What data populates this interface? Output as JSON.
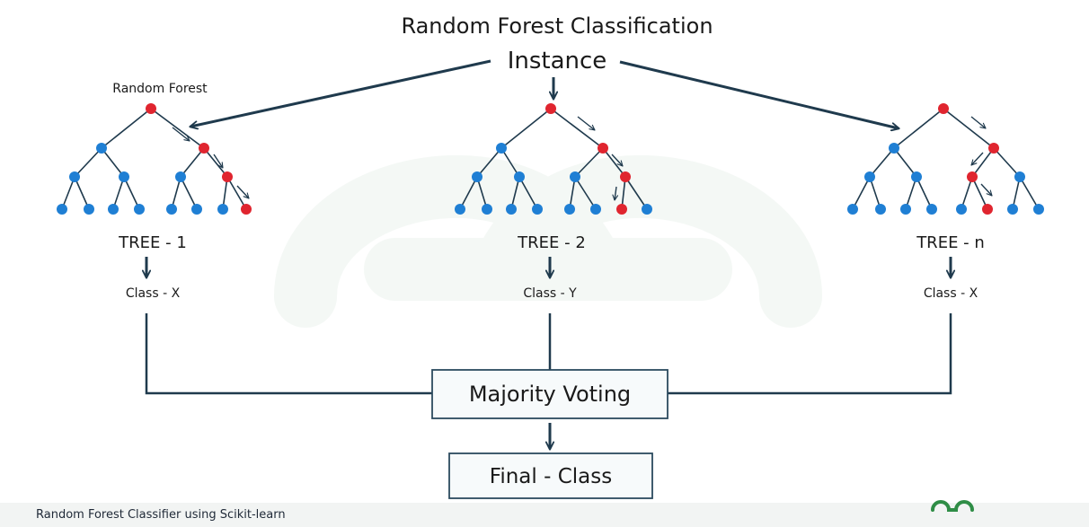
{
  "diagram": {
    "title": "Random Forest Classification",
    "instance_label": "Instance",
    "forest_label": "Random Forest",
    "trees": [
      {
        "label": "TREE - 1",
        "class_label": "Class - X"
      },
      {
        "label": "TREE - 2",
        "class_label": "Class - Y"
      },
      {
        "label": "TREE - n",
        "class_label": "Class - X"
      }
    ],
    "voting_label": "Majority Voting",
    "final_label": "Final - Class"
  },
  "footer": {
    "caption": "Random Forest Classifier using Scikit-learn",
    "logo": "gfg-logo"
  },
  "colors": {
    "line": "#1f3a4d",
    "node_default": "#1f7fd4",
    "node_path": "#e0252f",
    "box_border": "#2b4a5e",
    "box_fill": "#f7fafb",
    "logo": "#2f8d46",
    "watermark": "#eaf2ec"
  }
}
